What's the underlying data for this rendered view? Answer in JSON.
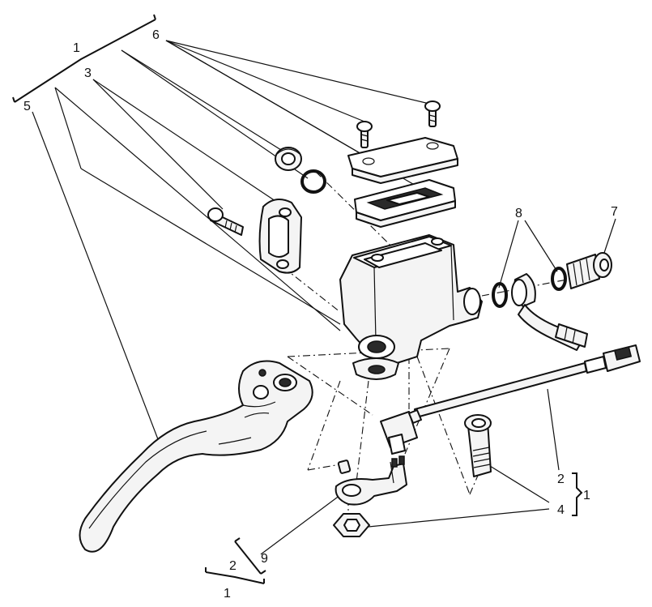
{
  "callouts": {
    "top_group_1": "1",
    "top_fastener_6": "6",
    "top_clamp_3": "3",
    "top_lever_5": "5",
    "top_banjo_8": "8",
    "top_bleed_7": "7",
    "right_switch_2": "2",
    "right_group_1": "1",
    "right_bolt_4": "4",
    "bottom_bracket_9": "9",
    "bottom_sub_2": "2",
    "bottom_group_1": "1"
  },
  "colors": {
    "line": "#111111",
    "fill": "#f4f4f4",
    "background": "#ffffff"
  }
}
